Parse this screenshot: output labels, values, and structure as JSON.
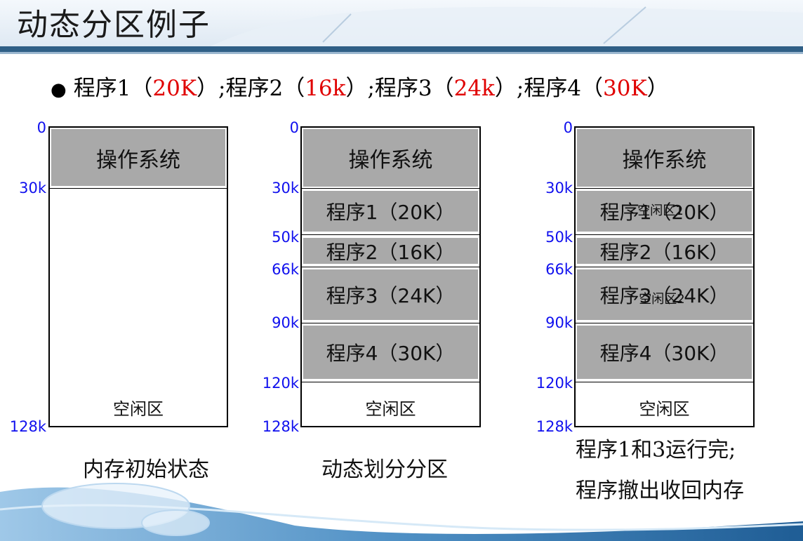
{
  "slide": {
    "title": "动态分区例子"
  },
  "programs": {
    "items": [
      {
        "label": "程序1（",
        "size": "20K",
        "close": "）"
      },
      {
        "label": ";程序2（",
        "size": "16k",
        "close": "）"
      },
      {
        "label": ";程序3（",
        "size": "24k",
        "close": "）"
      },
      {
        "label": ";程序4（",
        "size": "30K",
        "close": "）"
      }
    ]
  },
  "diagrams": [
    {
      "caption": [
        "内存初始状态"
      ],
      "addresses": [
        "0",
        "30k",
        "128k"
      ],
      "segments": [
        "操作系统",
        "空闲区"
      ]
    },
    {
      "caption": [
        "动态划分分区"
      ],
      "addresses": [
        "0",
        "30k",
        "50k",
        "66k",
        "90k",
        "120k",
        "128k"
      ],
      "segments": [
        "操作系统",
        "程序1（20K）",
        "程序2（16K）",
        "程序3（24K）",
        "程序4（30K）",
        "空闲区"
      ]
    },
    {
      "caption": [
        "程序1和3运行完;",
        "程序撤出收回内存"
      ],
      "addresses": [
        "0",
        "30k",
        "50k",
        "66k",
        "90k",
        "120k",
        "128k"
      ],
      "segments": [
        "操作系统",
        "程序1（20K）",
        "程序2（16K）",
        "程序3（24K）",
        "程序4（30K）",
        "空闲区"
      ],
      "overlays": [
        "空闲区1",
        "空闲区2"
      ]
    }
  ],
  "colors": {
    "address": "#1010ee",
    "highlight": "#e00000",
    "segment_fill": "#a9a9a9"
  }
}
